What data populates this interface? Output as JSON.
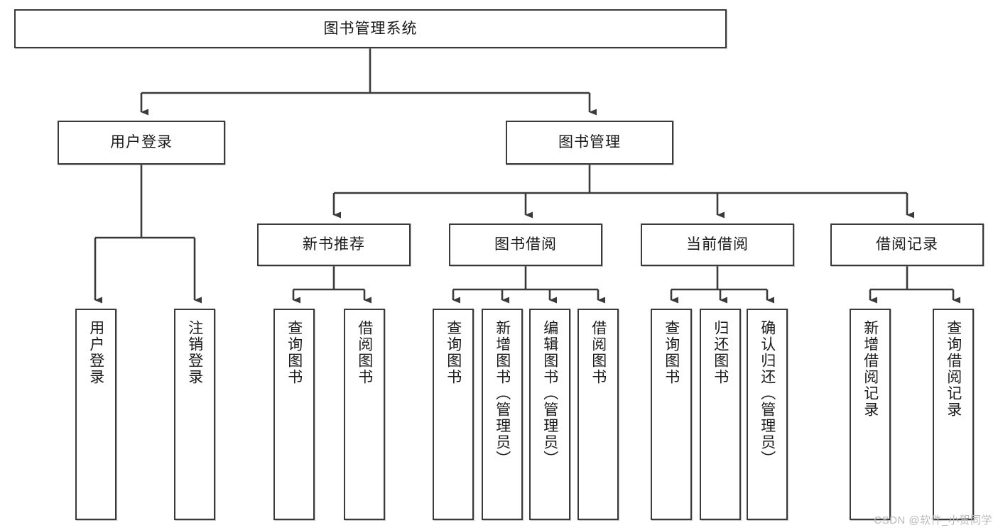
{
  "diagram": {
    "title": "图书管理系统",
    "type": "function-structure-tree",
    "stroke_color": "#3a3a3a",
    "background_color": "#ffffff",
    "text_color": "#1a1a1a",
    "levels": {
      "root": {
        "label": "图书管理系统"
      },
      "level2": [
        {
          "label": "用户登录"
        },
        {
          "label": "图书管理"
        }
      ],
      "level3": [
        {
          "label": "新书推荐"
        },
        {
          "label": "图书借阅"
        },
        {
          "label": "当前借阅"
        },
        {
          "label": "借阅记录"
        }
      ],
      "leaves": [
        {
          "label": "用户登录",
          "parent": "用户登录"
        },
        {
          "label": "注销登录",
          "parent": "用户登录"
        },
        {
          "label": "查询图书",
          "parent": "新书推荐"
        },
        {
          "label": "借阅图书",
          "parent": "新书推荐"
        },
        {
          "label": "查询图书",
          "parent": "图书借阅"
        },
        {
          "label": "新增图书（管理员）",
          "parent": "图书借阅"
        },
        {
          "label": "编辑图书（管理员）",
          "parent": "图书借阅"
        },
        {
          "label": "借阅图书",
          "parent": "图书借阅"
        },
        {
          "label": "查询图书",
          "parent": "当前借阅"
        },
        {
          "label": "归还图书",
          "parent": "当前借阅"
        },
        {
          "label": "确认归还（管理员）",
          "parent": "当前借阅"
        },
        {
          "label": "新增借阅记录",
          "parent": "借阅记录"
        },
        {
          "label": "查询借阅记录",
          "parent": "借阅记录"
        }
      ]
    },
    "watermark": "CSDN @软件_小贺同学"
  }
}
